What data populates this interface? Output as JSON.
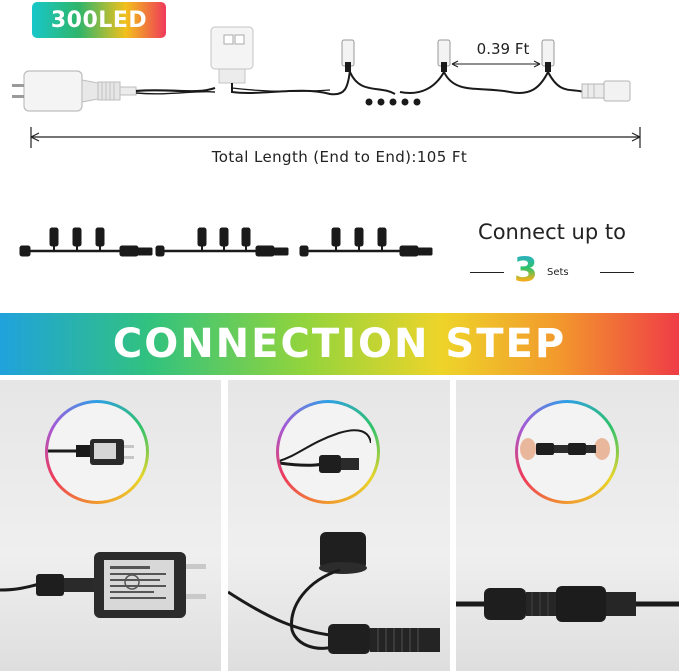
{
  "header": {
    "badge_text": "300LED",
    "spacing_label": "0.39 Ft",
    "total_length_label": "Total Length (End to End):105 Ft"
  },
  "connect": {
    "title": "Connect up to",
    "count": "3",
    "unit": "Sets"
  },
  "banner": {
    "title": "CONNECTION STEP"
  },
  "colors": {
    "banner_gradient": [
      "#20a2dc",
      "#31c27f",
      "#93d43c",
      "#eed42a",
      "#f29a2c",
      "#ef3d46"
    ],
    "wire": "#1a1a1a",
    "plug_body": "#f2f2f2"
  },
  "steps": [
    {
      "icon": "adapter-plug-icon"
    },
    {
      "icon": "waterproof-cap-icon"
    },
    {
      "icon": "connector-join-icon"
    }
  ]
}
